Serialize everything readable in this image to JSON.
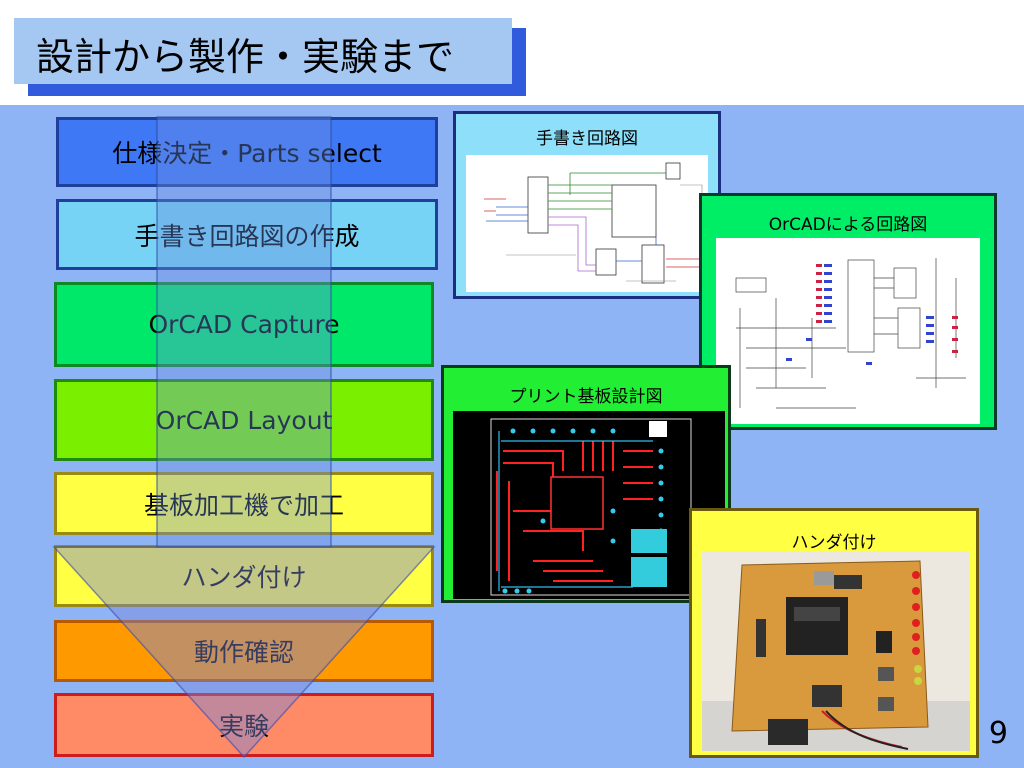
{
  "slide": {
    "title": "設計から製作・実験まで",
    "page_number": "9"
  },
  "flow": {
    "steps": [
      "仕様決定・Parts select",
      "手書き回路図の作成",
      "OrCAD Capture",
      "OrCAD Layout",
      "基板加工機で加工",
      "ハンダ付け",
      "動作確認",
      "実験"
    ]
  },
  "panels": {
    "handwritten_caption": "手書き回路図",
    "orcad_caption": "OrCADによる回路図",
    "pcb_caption": "プリント基板設計図",
    "solder_caption": "ハンダ付け"
  },
  "colors": {
    "background": "#8fb4f6",
    "title_bar": "#2f5bdc",
    "title_box": "#a4c8f2"
  }
}
